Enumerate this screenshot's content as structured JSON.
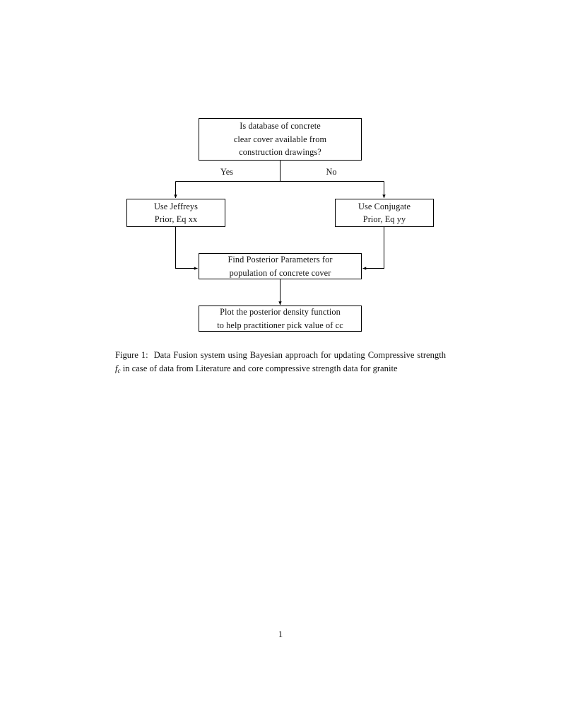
{
  "document": {
    "page_number": "1"
  },
  "figure": {
    "nodes": [
      {
        "id": "question",
        "lines": [
          "Is database of concrete",
          "clear cover available from",
          "construction drawings?"
        ]
      },
      {
        "id": "jeffreys",
        "lines": [
          "Use Jeffreys",
          "Prior, Eq xx"
        ]
      },
      {
        "id": "conjugate",
        "lines": [
          "Use Conjugate",
          "Prior, Eq yy"
        ]
      },
      {
        "id": "posterior",
        "lines": [
          "Find Posterior Parameters for",
          "population of concrete cover"
        ]
      },
      {
        "id": "plot",
        "lines": [
          "Plot the posterior density function",
          "to help practitioner pick value of cc"
        ]
      }
    ],
    "edge_labels": {
      "yes": "Yes",
      "no": "No"
    },
    "stroke_color": "#000000"
  },
  "caption": {
    "label": "Figure 1:",
    "text_before_math": "Data Fusion system using Bayesian approach for updating Compressive strength",
    "math_base": "f",
    "math_sub": "c",
    "text_after_math": "in case of data from Literature and core compressive",
    "last_line": "strength data for granite"
  }
}
